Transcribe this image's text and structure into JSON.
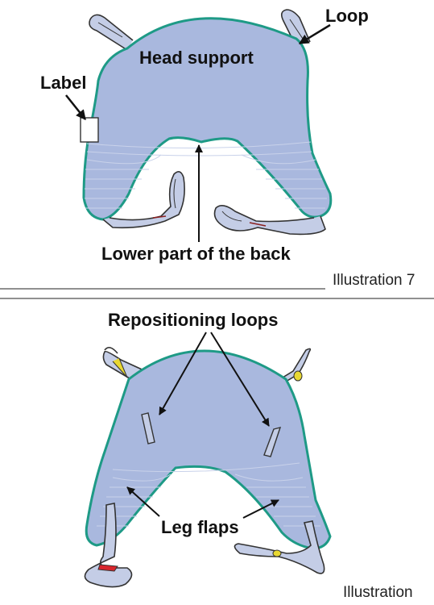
{
  "labels": {
    "head_support": "Head support",
    "loop": "Loop",
    "label": "Label",
    "lower_back": "Lower part of the back",
    "repositioning_loops": "Repositioning loops",
    "leg_flaps": "Leg flaps"
  },
  "captions": {
    "top": "Illustration 7",
    "bottom": "Illustration"
  },
  "colors": {
    "sling_fill": "#a9b8de",
    "sling_edge": "#1e9a86",
    "strap_fill": "#c4cde6",
    "yellow_clip": "#e8d832",
    "red_clip": "#d8262c",
    "ink": "#111111"
  }
}
